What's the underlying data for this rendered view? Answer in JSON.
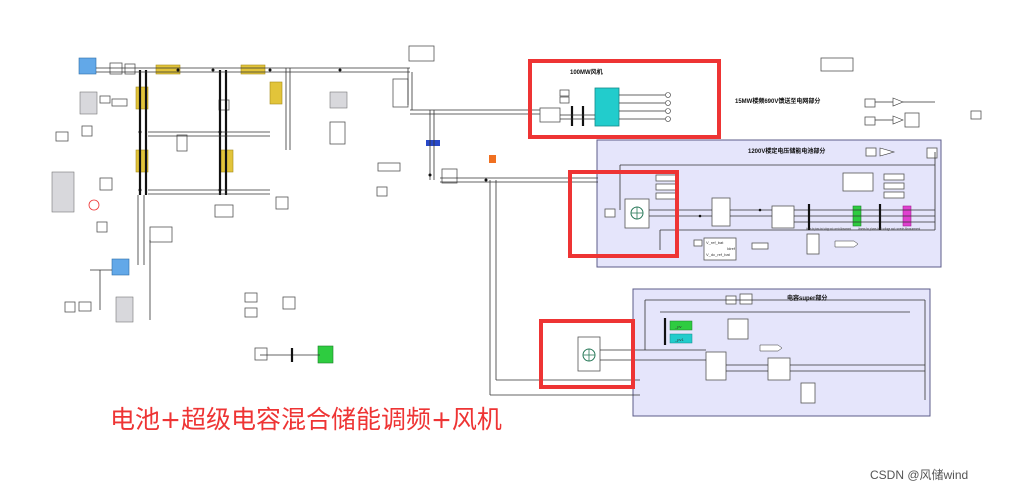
{
  "labels": {
    "wind_turbine": "100MW风机",
    "wind_grid": "15MW楼频690V馈送至电网部分",
    "upper_subsystem": "1200V楼定电压储能电池部分",
    "lower_subsystem": "电容super部分",
    "pv_tag_1": "_pv",
    "pv_tag_2": "_pv1",
    "meas_note_1": "Vmeas for phase-load voltage and currents Measurement",
    "meas_note_2": "Vmeas for phase-load voltage and currents Measurement",
    "panel_label_a": "V_ref_bat",
    "panel_label_b": "V_dc_ref_bat",
    "panel_label_c": "Idref"
  },
  "caption": "电池+超级电容混合储能调频+风机",
  "watermark": "CSDN @风储wind",
  "colors": {
    "highlight": "#ee3434",
    "subsystem_fill": "#e5e5fb",
    "gain_block": "#e2c43a",
    "scope_block": "#62a8e8",
    "turbine_block": "#22cccc",
    "green_block": "#2ecc40",
    "magenta_block": "#e040d0"
  }
}
